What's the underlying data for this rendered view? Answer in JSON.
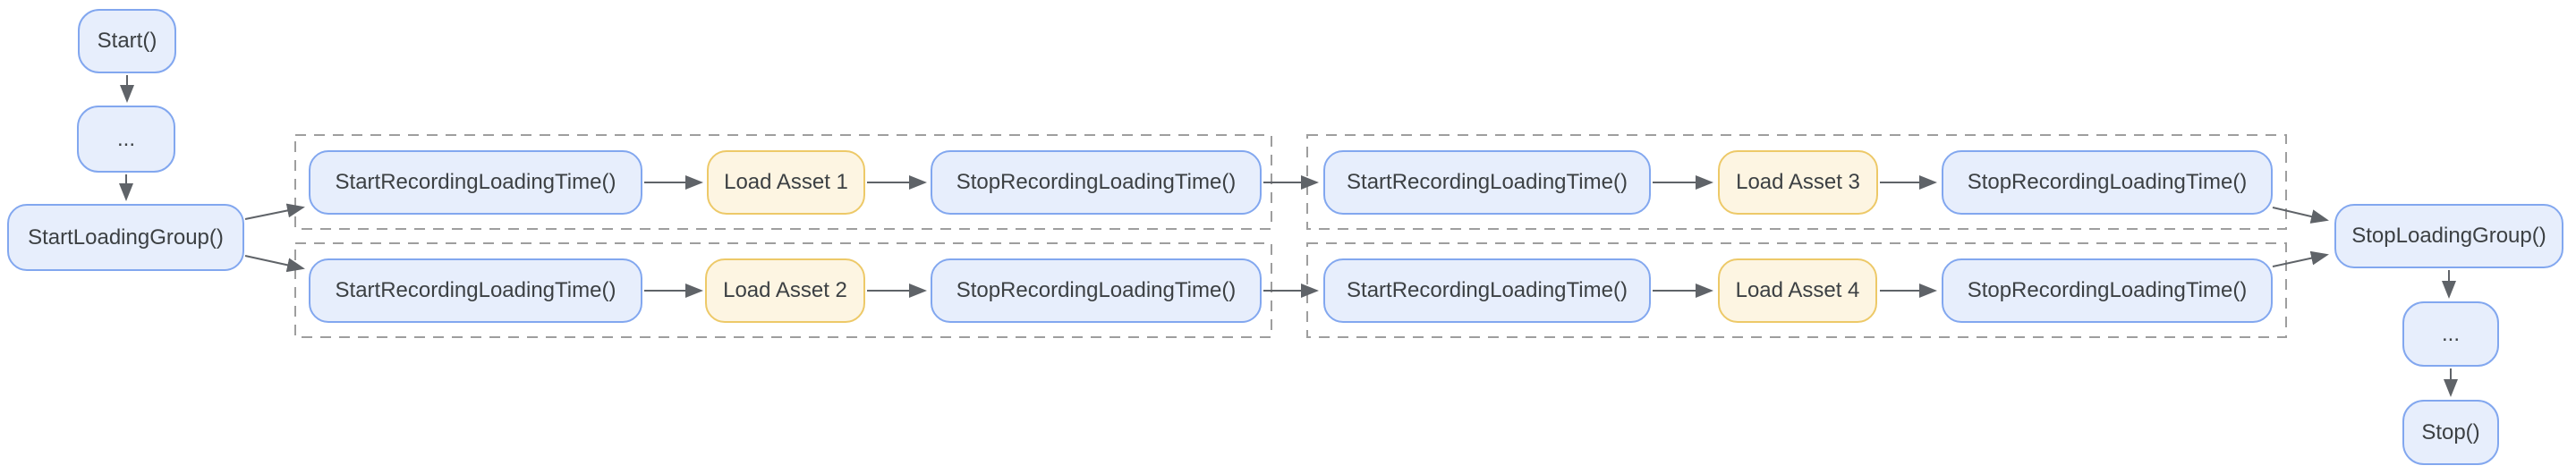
{
  "diagram": {
    "start": "Start()",
    "ellipsis_top": "...",
    "start_loading_group": "StartLoadingGroup()",
    "groups": [
      {
        "rows": [
          {
            "start_recording": "StartRecordingLoadingTime()",
            "load_asset": "Load Asset 1",
            "stop_recording": "StopRecordingLoadingTime()"
          },
          {
            "start_recording": "StartRecordingLoadingTime()",
            "load_asset": "Load Asset 2",
            "stop_recording": "StopRecordingLoadingTime()"
          }
        ]
      },
      {
        "rows": [
          {
            "start_recording": "StartRecordingLoadingTime()",
            "load_asset": "Load Asset 3",
            "stop_recording": "StopRecordingLoadingTime()"
          },
          {
            "start_recording": "StartRecordingLoadingTime()",
            "load_asset": "Load Asset 4",
            "stop_recording": "StopRecordingLoadingTime()"
          }
        ]
      }
    ],
    "stop_loading_group": "StopLoadingGroup()",
    "ellipsis_bottom": "...",
    "stop": "Stop()"
  },
  "colors": {
    "process_node_fill": "#e7eefc",
    "process_node_border": "#82a7ef",
    "asset_node_fill": "#fdf5e2",
    "asset_node_border": "#edc968",
    "text": "#3c4043",
    "arrow": "#5f6368",
    "group_outline": "#9e9e9e",
    "background": "#ffffff"
  }
}
